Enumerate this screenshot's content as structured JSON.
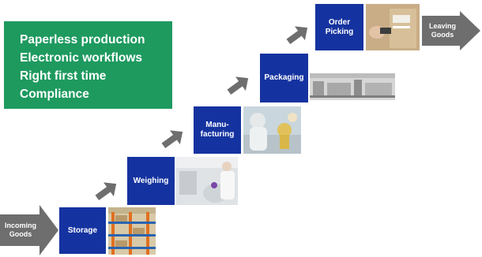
{
  "benefits": [
    "Paperless production",
    "Electronic workflows",
    "Right first time",
    "Compliance"
  ],
  "start": "Incoming Goods",
  "end": "Leaving Goods",
  "steps": [
    "Storage",
    "Weighing",
    "Manu- facturing",
    "Packaging",
    "Order Picking"
  ],
  "colors": {
    "green": "#1e9a5f",
    "step_blue": "#1533a0",
    "arrow_gray": "#6e6e6e"
  }
}
